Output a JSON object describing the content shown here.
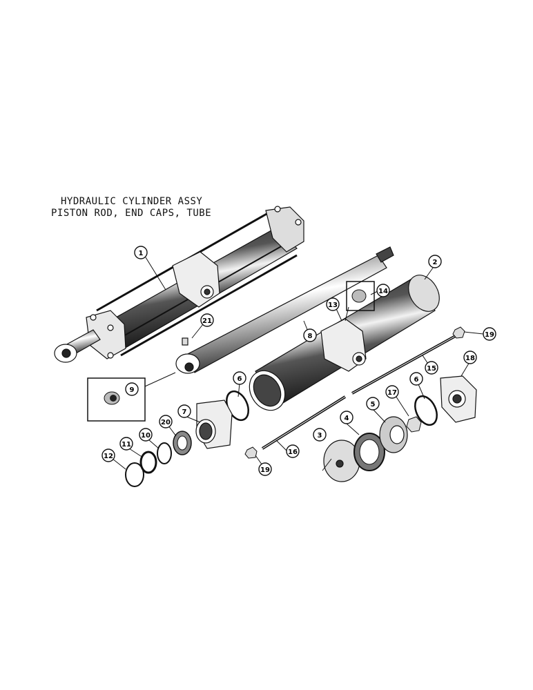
{
  "title": {
    "line1": "HYDRAULIC CYLINDER ASSY",
    "line2": "PISTON ROD, END CAPS, TUBE"
  },
  "callouts": {
    "c1": "1",
    "c2": "2",
    "c3": "3",
    "c4": "4",
    "c5": "5",
    "c6a": "6",
    "c6b": "6",
    "c7": "7",
    "c8": "8",
    "c9": "9",
    "c10": "10",
    "c11": "11",
    "c12": "12",
    "c13": "13",
    "c14": "14",
    "c15": "15",
    "c16": "16",
    "c17": "17",
    "c18": "18",
    "c19a": "19",
    "c19b": "19",
    "c20": "20",
    "c21": "21"
  }
}
